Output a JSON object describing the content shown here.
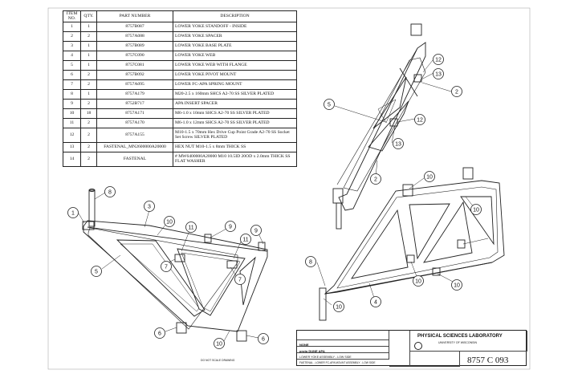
{
  "bom": {
    "headers": {
      "item": "ITEM NO.",
      "qty": "QTY.",
      "part": "PART NUMBER",
      "desc": "DESCRIPTION"
    },
    "rows": [
      {
        "item": "1",
        "qty": "1",
        "part": "8757B087",
        "desc": "LOWER YOKE STANDOFF - INSIDE"
      },
      {
        "item": "2",
        "qty": "2",
        "part": "8757A088",
        "desc": "LOWER YOKE SPACER"
      },
      {
        "item": "3",
        "qty": "1",
        "part": "8757B089",
        "desc": "LOWER YOKE BASE PLATE"
      },
      {
        "item": "4",
        "qty": "1",
        "part": "8757C090",
        "desc": "LOWER YOKE WEB"
      },
      {
        "item": "5",
        "qty": "1",
        "part": "8757C081",
        "desc": "LOWER YOKE WEB WITH FLANGE"
      },
      {
        "item": "6",
        "qty": "2",
        "part": "8757B092",
        "desc": "LOWER YOKE PIVOT MOUNT"
      },
      {
        "item": "7",
        "qty": "2",
        "part": "8757A095",
        "desc": "LOWER FC-APA SPRING MOUNT"
      },
      {
        "item": "8",
        "qty": "1",
        "part": "8757A179",
        "desc": "M20-2.5 x 160mm SHCS A2-70 SS SILVER PLATED"
      },
      {
        "item": "9",
        "qty": "2",
        "part": "8752B717",
        "desc": "APA INSERT SPACER"
      },
      {
        "item": "10",
        "qty": "18",
        "part": "8757A171",
        "desc": "M6-1.0 x 10mm SHCS A2-70 SS SILVER PLATED"
      },
      {
        "item": "11",
        "qty": "2",
        "part": "8757A170",
        "desc": "M6-1.0 x 12mm SHCS A2-70 SS SILVER PLATED"
      },
      {
        "item": "12",
        "qty": "2",
        "part": "8757A155",
        "desc": "M10-1.5 x 70mm Hex Drive Cup Point Grade A2-70 SS Socket Set Screw SILVER PLATED"
      },
      {
        "item": "13",
        "qty": "2",
        "part": "FASTENAL_MN2600000A20000",
        "desc": "HEX NUT M10-1.5 x 8mm THICK SS"
      },
      {
        "item": "14",
        "qty": "2",
        "part": "FASTENAL",
        "desc": "# MW6400000A20000 M10 10.5ID 20OD x 2.0mm THICK SS FLAT WASHER"
      }
    ]
  },
  "balloons": {
    "b8a": "8",
    "b1": "1",
    "b3": "3",
    "b10a": "10",
    "b11a": "11",
    "b9a": "9",
    "b11b": "11",
    "b9b": "9",
    "b5a": "5",
    "b7a": "7",
    "b7b": "7",
    "b6a": "6",
    "b10b": "10",
    "b6b": "6",
    "b12a": "12",
    "b13a": "13",
    "b2a": "2",
    "b5b": "5",
    "b12b": "12",
    "b13b": "13",
    "b2b": "2",
    "b10c": "10",
    "b10d": "10",
    "b8b": "8",
    "b4": "4",
    "b10e": "10",
    "b10f": "10",
    "b10g": "10"
  },
  "title_block": {
    "lab": "PHYSICAL SCIENCES LABORATORY",
    "univ": "UNIVERSITY OF WISCONSIN",
    "scale": "NONE",
    "project": "proto DUNE APA",
    "title1": "LOWER YOKE ASSEMBLY - LOW SIDE",
    "title2": "FASTENAL - LOWER FC-APA MOUNT ASSEMBLY - LOW SIDE",
    "dwg_no": "8757 C 093"
  },
  "note": "DO NOT SCALE DRAWING"
}
